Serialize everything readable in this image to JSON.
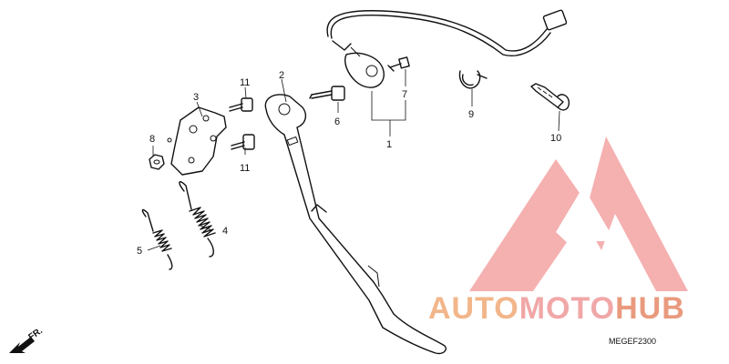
{
  "diagram": {
    "callouts": [
      {
        "id": "c1",
        "label": "1"
      },
      {
        "id": "c2",
        "label": "2"
      },
      {
        "id": "c3",
        "label": "3"
      },
      {
        "id": "c4",
        "label": "4"
      },
      {
        "id": "c5",
        "label": "5"
      },
      {
        "id": "c6",
        "label": "6"
      },
      {
        "id": "c7",
        "label": "7"
      },
      {
        "id": "c8",
        "label": "8"
      },
      {
        "id": "c9",
        "label": "9"
      },
      {
        "id": "c10",
        "label": "10"
      },
      {
        "id": "c11a",
        "label": "11"
      },
      {
        "id": "c11b",
        "label": "11"
      }
    ],
    "diagram_code": "MEGEF2300",
    "direction_label": "FR."
  },
  "watermark": {
    "part1": "AUTO",
    "part2": "MOTO",
    "part3": "HUB",
    "colors": {
      "auto": "#f2b68a",
      "moto": "#f1a7a7",
      "hub": "#e99a7e",
      "logo": "#f29a9a"
    }
  }
}
